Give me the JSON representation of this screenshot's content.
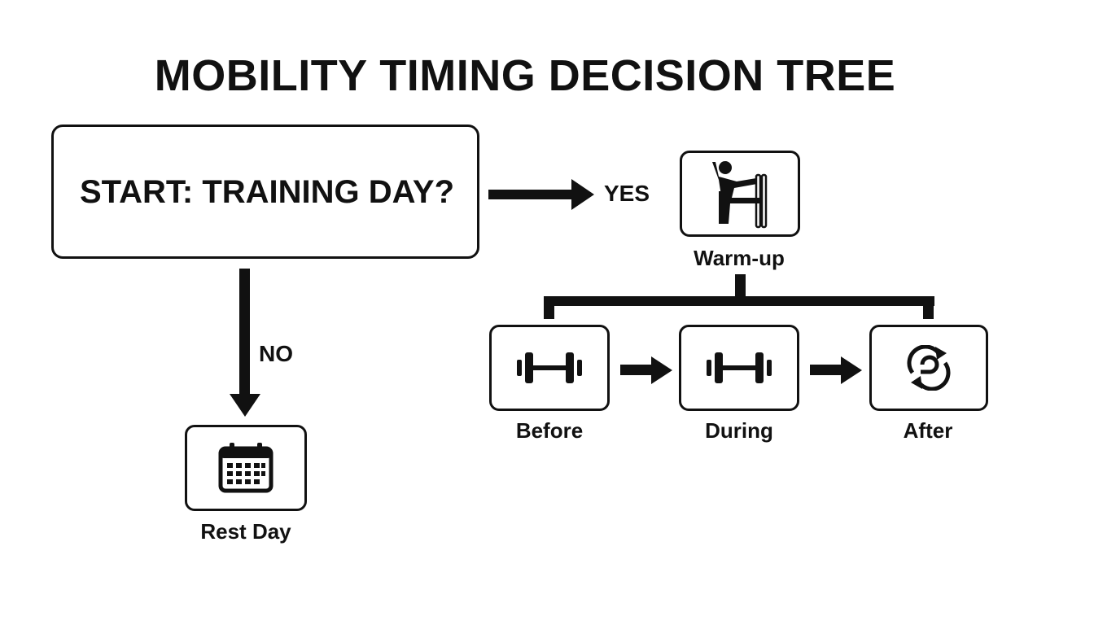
{
  "diagram": {
    "title": "MOBILITY TIMING DECISION TREE",
    "start": {
      "label": "START: TRAINING DAY?"
    },
    "branches": {
      "yes": "YES",
      "no": "NO"
    },
    "nodes": {
      "warmup": {
        "label": "Warm-up",
        "icon": "stretching-person-icon"
      },
      "rest": {
        "label": "Rest Day",
        "icon": "calendar-icon"
      },
      "before": {
        "label": "Before",
        "icon": "dumbbell-icon"
      },
      "during": {
        "label": "During",
        "icon": "dumbbell-icon"
      },
      "after": {
        "label": "After",
        "icon": "recovery-cycle-icon"
      }
    },
    "colors": {
      "stroke": "#111111",
      "background": "#ffffff"
    }
  }
}
